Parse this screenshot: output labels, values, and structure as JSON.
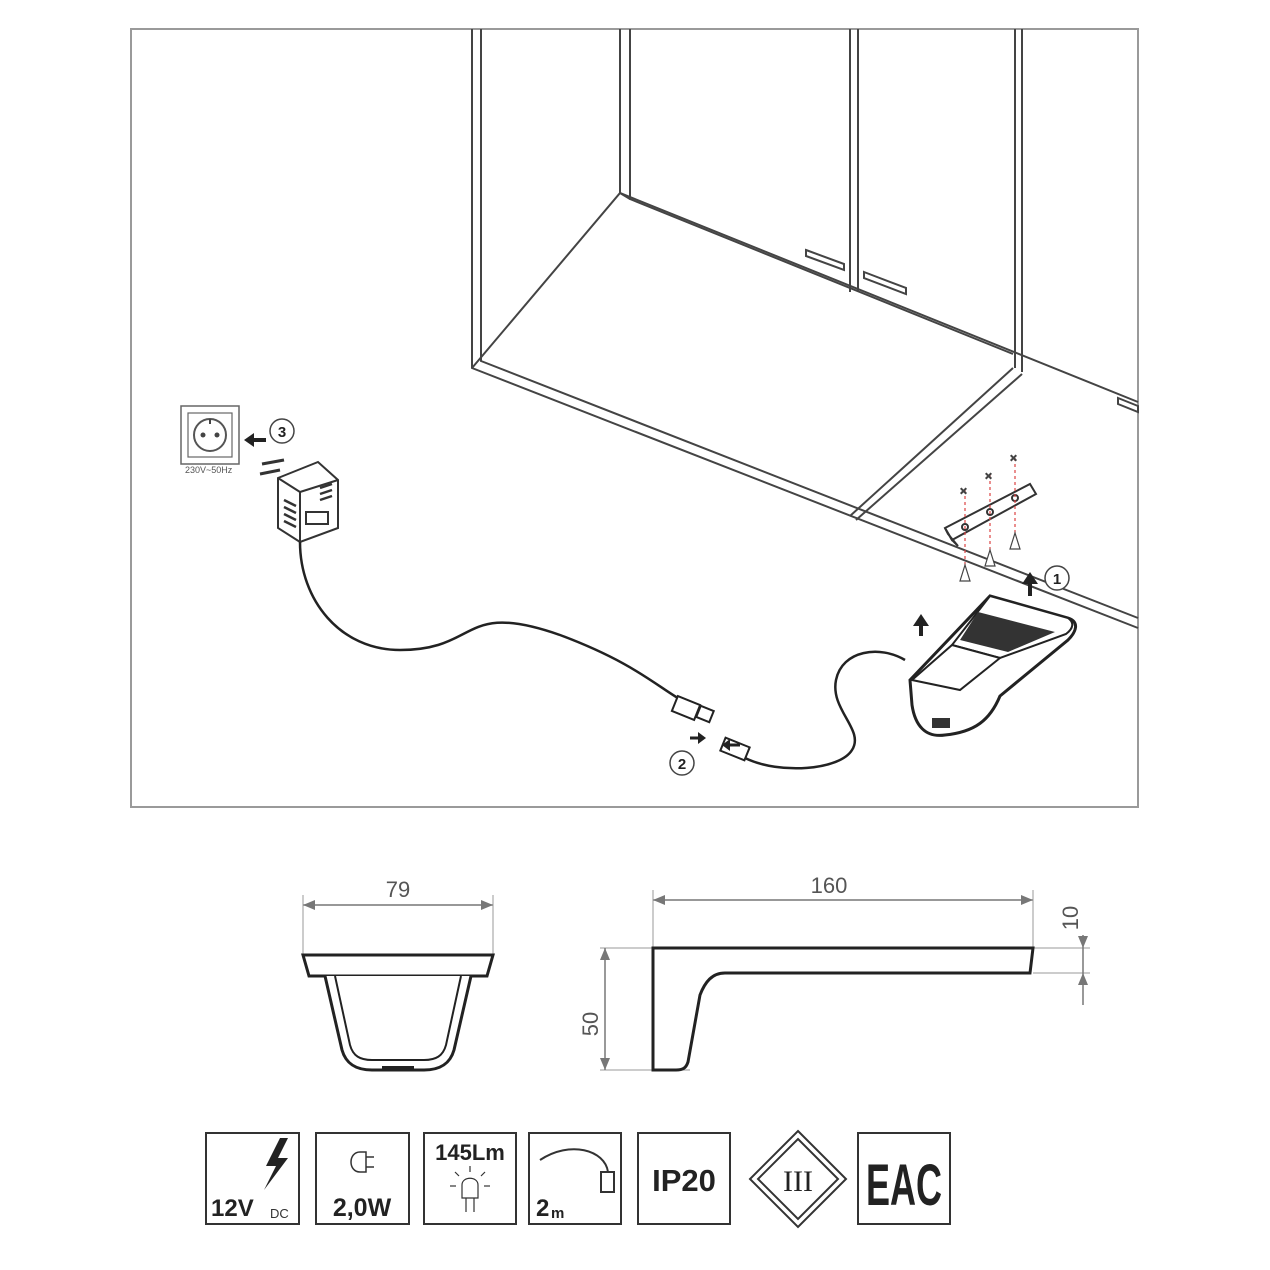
{
  "install": {
    "socket_label": "230V~50Hz",
    "steps": [
      "1",
      "2",
      "3"
    ]
  },
  "dimensions": {
    "width": "79",
    "length": "160",
    "height": "50",
    "thickness": "10"
  },
  "specs": {
    "voltage_value": "12V",
    "voltage_unit": "DC",
    "power": "2,0W",
    "lumen": "145Lm",
    "cable_length_value": "2",
    "cable_length_unit": "m",
    "ip_rating": "IP20",
    "protection_class": "III",
    "certification": "EAC"
  }
}
